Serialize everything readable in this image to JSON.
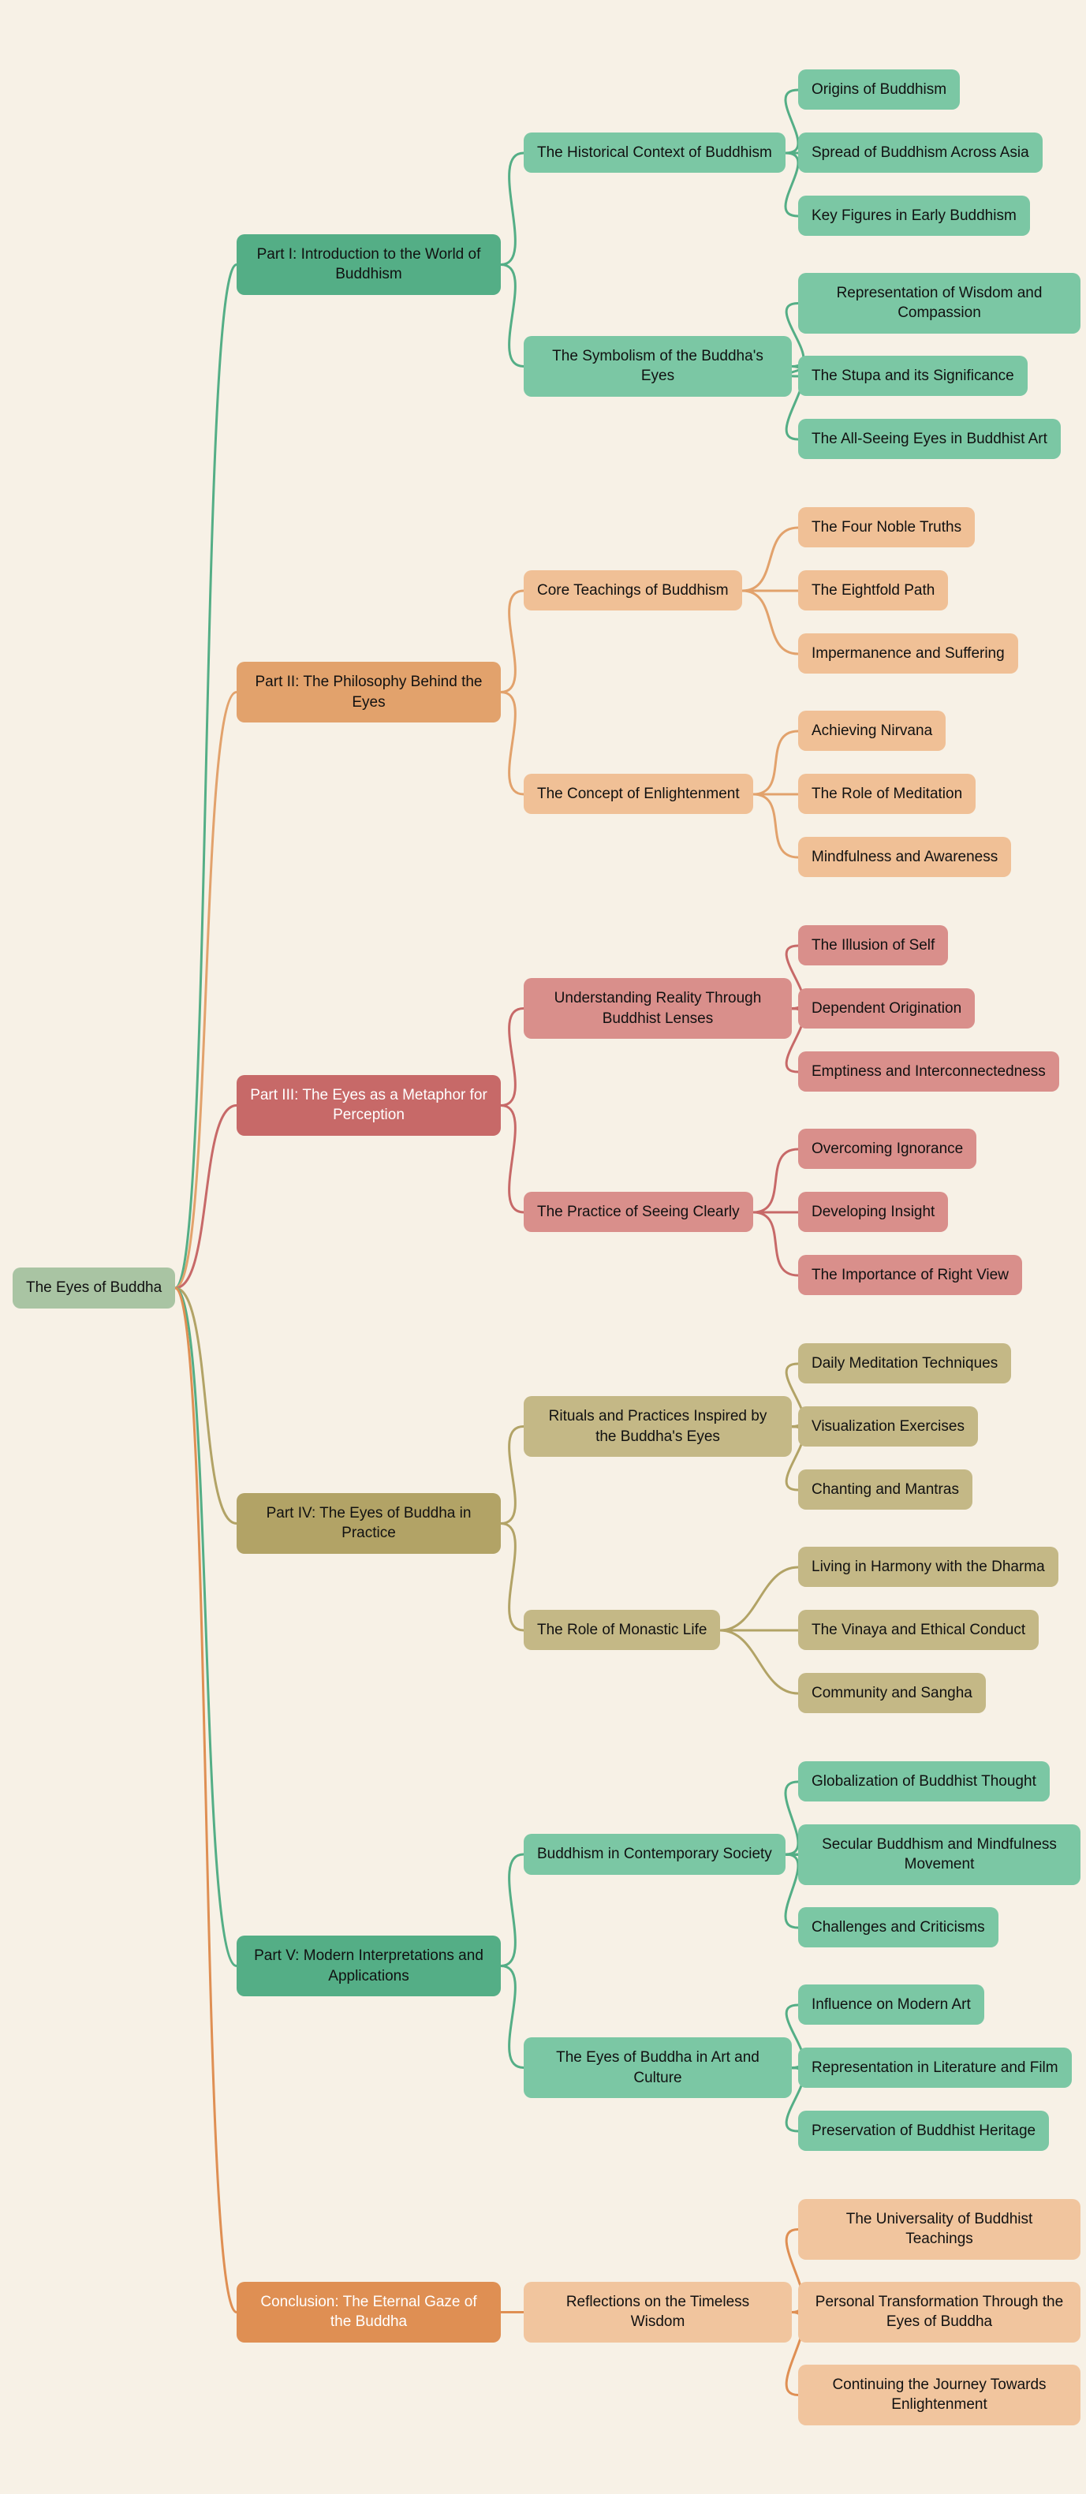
{
  "canvas": {
    "background": "#f7f1e6",
    "link_stroke_width": 3
  },
  "root": {
    "label": "The Eyes of Buddha",
    "bg": "#a9c4a3",
    "text": "#111111"
  },
  "themes": {
    "green": {
      "parent_bg": "#54ae86",
      "parent_text": "#111111",
      "child_bg": "#7bc7a4",
      "child_text": "#111111",
      "link": "#54ae86"
    },
    "orange": {
      "parent_bg": "#e2a26c",
      "parent_text": "#111111",
      "child_bg": "#f0c096",
      "child_text": "#111111",
      "link": "#e2a26c"
    },
    "rose": {
      "parent_bg": "#c76968",
      "parent_text": "#ffffff",
      "child_bg": "#d98f8b",
      "child_text": "#111111",
      "link": "#c76968"
    },
    "olive": {
      "parent_bg": "#b2a366",
      "parent_text": "#111111",
      "child_bg": "#c4b886",
      "child_text": "#111111",
      "link": "#b2a366"
    },
    "amber": {
      "parent_bg": "#df8f53",
      "parent_text": "#ffffff",
      "child_bg": "#f1c59e",
      "child_text": "#111111",
      "link": "#df8f53"
    }
  },
  "branches": [
    {
      "label": "Part I: Introduction to the World of Buddhism",
      "theme": "green",
      "children": [
        {
          "label": "The Historical Context of Buddhism",
          "children": [
            {
              "label": "Origins of Buddhism"
            },
            {
              "label": "Spread of Buddhism Across Asia"
            },
            {
              "label": "Key Figures in Early Buddhism"
            }
          ]
        },
        {
          "label": "The Symbolism of the Buddha's Eyes",
          "children": [
            {
              "label": "Representation of Wisdom and Compassion"
            },
            {
              "label": "The Stupa and its Significance"
            },
            {
              "label": "The All-Seeing Eyes in Buddhist Art"
            }
          ]
        }
      ]
    },
    {
      "label": "Part II: The Philosophy Behind the Eyes",
      "theme": "orange",
      "children": [
        {
          "label": "Core Teachings of Buddhism",
          "children": [
            {
              "label": "The Four Noble Truths"
            },
            {
              "label": "The Eightfold Path"
            },
            {
              "label": "Impermanence and Suffering"
            }
          ]
        },
        {
          "label": "The Concept of Enlightenment",
          "children": [
            {
              "label": "Achieving Nirvana"
            },
            {
              "label": "The Role of Meditation"
            },
            {
              "label": "Mindfulness and Awareness"
            }
          ]
        }
      ]
    },
    {
      "label": "Part III: The Eyes as a Metaphor for Perception",
      "theme": "rose",
      "children": [
        {
          "label": "Understanding Reality Through Buddhist Lenses",
          "children": [
            {
              "label": "The Illusion of Self"
            },
            {
              "label": "Dependent Origination"
            },
            {
              "label": "Emptiness and Interconnectedness"
            }
          ]
        },
        {
          "label": "The Practice of Seeing Clearly",
          "children": [
            {
              "label": "Overcoming Ignorance"
            },
            {
              "label": "Developing Insight"
            },
            {
              "label": "The Importance of Right View"
            }
          ]
        }
      ]
    },
    {
      "label": "Part IV: The Eyes of Buddha in Practice",
      "theme": "olive",
      "children": [
        {
          "label": "Rituals and Practices Inspired by the Buddha's Eyes",
          "children": [
            {
              "label": "Daily Meditation Techniques"
            },
            {
              "label": "Visualization Exercises"
            },
            {
              "label": "Chanting and Mantras"
            }
          ]
        },
        {
          "label": "The Role of Monastic Life",
          "children": [
            {
              "label": "Living in Harmony with the Dharma"
            },
            {
              "label": "The Vinaya and Ethical Conduct"
            },
            {
              "label": "Community and Sangha"
            }
          ]
        }
      ]
    },
    {
      "label": "Part V: Modern Interpretations and Applications",
      "theme": "green",
      "children": [
        {
          "label": "Buddhism in Contemporary Society",
          "children": [
            {
              "label": "Globalization of Buddhist Thought"
            },
            {
              "label": "Secular Buddhism and Mindfulness Movement"
            },
            {
              "label": "Challenges and Criticisms"
            }
          ]
        },
        {
          "label": "The Eyes of Buddha in Art and Culture",
          "children": [
            {
              "label": "Influence on Modern Art"
            },
            {
              "label": "Representation in Literature and Film"
            },
            {
              "label": "Preservation of Buddhist Heritage"
            }
          ]
        }
      ]
    },
    {
      "label": "Conclusion: The Eternal Gaze of the Buddha",
      "theme": "amber",
      "children": [
        {
          "label": "Reflections on the Timeless Wisdom",
          "children": [
            {
              "label": "The Universality of Buddhist Teachings"
            },
            {
              "label": "Personal Transformation Through the Eyes of Buddha"
            },
            {
              "label": "Continuing the Journey Towards Enlightenment"
            }
          ]
        }
      ]
    }
  ]
}
